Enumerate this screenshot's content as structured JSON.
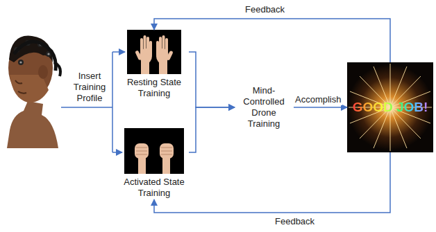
{
  "diagram": {
    "nodes": [
      {
        "text": [
          "Resting State Training"
        ]
      },
      {
        "text": [
          "Activated State Training"
        ]
      },
      {
        "text": [
          "Mind-Controlled Drone Training"
        ]
      },
      {
        "text": [
          "GOOD JOB!"
        ]
      }
    ],
    "edges": [
      {
        "from": 0,
        "to": 2,
        "arrow": "to"
      },
      {
        "from": 1,
        "to": 2,
        "arrow": "to"
      },
      {
        "from": 2,
        "to": 3,
        "label": "Accomplish",
        "arrow": "to"
      },
      {
        "from": 3,
        "to": 0,
        "label": "Feedback",
        "arrow": "to"
      },
      {
        "from": 3,
        "to": 1,
        "label": "Feedback",
        "arrow": "to"
      }
    ],
    "labels": [
      "Insert Training Profile"
    ]
  }
}
